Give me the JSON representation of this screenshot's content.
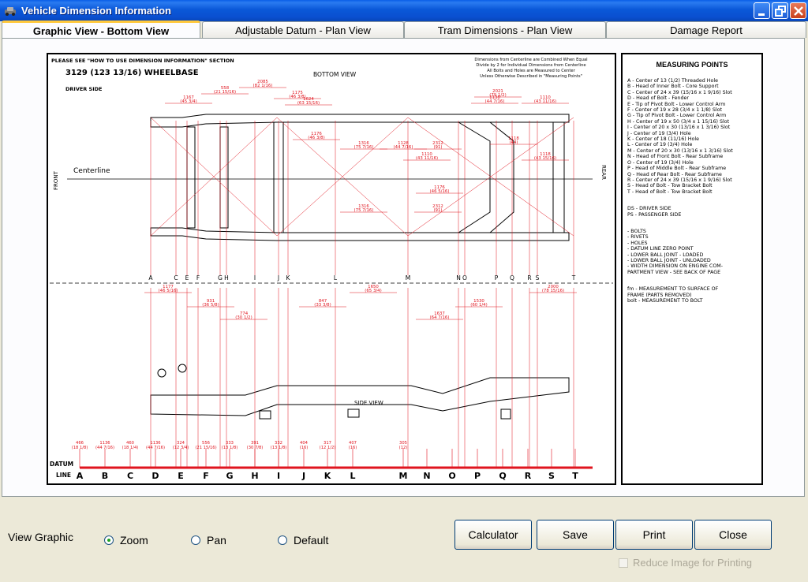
{
  "window": {
    "title": "Vehicle Dimension Information"
  },
  "tabs": [
    {
      "label": "Graphic View - Bottom View",
      "active": true
    },
    {
      "label": "Adjustable Datum - Plan View",
      "active": false
    },
    {
      "label": "Tram Dimensions - Plan View",
      "active": false
    },
    {
      "label": "Damage Report",
      "active": false
    }
  ],
  "drawing": {
    "notice": "PLEASE SEE \"HOW TO USE DIMENSION INFORMATION\" SECTION",
    "wheelbase": "3129 (123 13/16)  WHEELBASE",
    "driver_side": "DRIVER SIDE",
    "bottom_view": "BOTTOM VIEW",
    "side_view": "SIDE VIEW",
    "front": "FRONT",
    "rear": "REAR",
    "centerline": "Centerline",
    "note_lines": [
      "Dimensions from Centerline are Combined When Equal",
      "Divide by 2 for Individual Dimensions from Centerline",
      "All Bolts and Holes are Measured to Center",
      "Unless Otherwise Described in \"Measuring Points\""
    ],
    "datum_label": "DATUM",
    "line_label": "LINE",
    "points_top": [
      "A",
      "C",
      "E",
      "F",
      "G",
      "H",
      "I",
      "J",
      "K",
      "L",
      "M",
      "N",
      "O",
      "P",
      "Q",
      "R",
      "S",
      "T"
    ],
    "points_bottom": [
      "A",
      "B",
      "C",
      "D",
      "E",
      "F",
      "G",
      "H",
      "I",
      "J",
      "K",
      "L",
      "M",
      "N",
      "O",
      "P",
      "Q",
      "R",
      "S",
      "T"
    ],
    "top_dims": [
      "2085",
      "(82 1/16)",
      "558",
      "(21 15/16)",
      "1167",
      "(45 3/4)",
      "1175",
      "(46 3/8)",
      "1624",
      "(63 15/16)",
      "2021",
      "(79 1/2)",
      "1138",
      "(44 7/16)",
      "1110",
      "(43 11/16)"
    ],
    "mid_dims": [
      "1177",
      "(46 5/16)",
      "1650",
      "(65 3/4)",
      "2000",
      "(78 15/16)",
      "931",
      "(36 5/8)",
      "847",
      "(33 3/8)",
      "1530",
      "(60 1/4)",
      "774",
      "(30 1/2)",
      "1637",
      "(64 7/16)"
    ],
    "plan_dims": [
      "1176",
      "(46 3/8)",
      "1316",
      "(75 7/16)",
      "1128",
      "(44 7/16)",
      "2312",
      "(91)",
      "1110",
      "(43 11/16)",
      "1176",
      "(46 5/16)",
      "1316",
      "(75 7/16)",
      "2312",
      "(91)",
      "1118",
      "(44)",
      "1118",
      "(43 15/16)"
    ],
    "bottom_dims": [
      "466",
      "(18 1/8)",
      "1136",
      "(44 7/16)",
      "460",
      "(18 1/4)",
      "1136",
      "(44 7/16)",
      "324",
      "(12 3/4)",
      "556",
      "(21 15/16)",
      "333",
      "(13 1/8)",
      "391",
      "(30 7/8)",
      "332",
      "(13 1/8)",
      "404",
      "(16)",
      "317",
      "(12 1/2)",
      "407",
      "(16)",
      "305",
      "(12)"
    ]
  },
  "legend": {
    "title": "MEASURING POINTS",
    "items": [
      "A  -  Center of 13 (1/2) Threaded Hole",
      "B  -  Head of Inner Bolt - Core Support",
      "C  -  Center of 24 x 39 (15/16 x 1 9/16) Slot",
      "D  -  Head of Bolt - Fender",
      "E  -  Tip of Pivot Bolt - Lower Control Arm",
      "F  -  Center of 19 x 28 (3/4 x 1 1/8) Slot",
      "G  -  Tip of Pivot Bolt - Lower Control Arm",
      "H  -  Center of 19 x 50 (3/4 x 1 15/16) Slot",
      "I  -  Center of 20 x 30 (13/16 x 1 3/16) Slot",
      "J  -  Center of 19 (3/4) Hole",
      "K  -  Center of 18 (11/16) Hole",
      "L  -  Center of 19 (3/4) Hole",
      "M  -  Center of 20 x 30 (13/16 x 1 3/16) Slot",
      "N  -  Head of Front Bolt - Rear Subframe",
      "O  -  Center of 19 (3/4) Hole",
      "P  -  Head of Middle Bolt - Rear Subframe",
      "Q  -  Head of Rear Bolt - Rear Subframe",
      "R  -  Center of 24 x 39 (15/16 x 1 9/16) Slot",
      "S  -  Head of Bolt - Tow Bracket Bolt",
      "T  -  Head of Bolt - Tow Bracket Bolt"
    ],
    "sides": [
      "DS  -  DRIVER SIDE",
      "PS  -  PASSENGER SIDE"
    ],
    "symbols": [
      "-  BOLTS",
      "-  RIVETS",
      "-  HOLES",
      "-  DATUM LINE ZERO POINT",
      "-  LOWER BALL JOINT - LOADED",
      "-  LOWER BALL JOINT - UNLOADED",
      "-  WIDTH DIMENSION ON ENGINE COM-",
      "   PARTMENT VIEW - SEE BACK OF PAGE"
    ],
    "measure": [
      "fm  -  MEASUREMENT TO SURFACE OF",
      "       FRAME (PARTS REMOVED)",
      "bolt  -  MEASUREMENT TO BOLT"
    ]
  },
  "controls": {
    "view_graphic_label": "View Graphic",
    "radios": [
      {
        "label": "Zoom",
        "checked": true
      },
      {
        "label": "Pan",
        "checked": false
      },
      {
        "label": "Default",
        "checked": false
      }
    ],
    "buttons": {
      "calculator": "Calculator",
      "save": "Save",
      "print": "Print",
      "close": "Close"
    },
    "reduce_image": "Reduce Image for Printing"
  },
  "colors": {
    "dimension_red": "#e0141e",
    "titlebar_blue": "#0a58d8",
    "tab_accent": "#ffc83c"
  }
}
